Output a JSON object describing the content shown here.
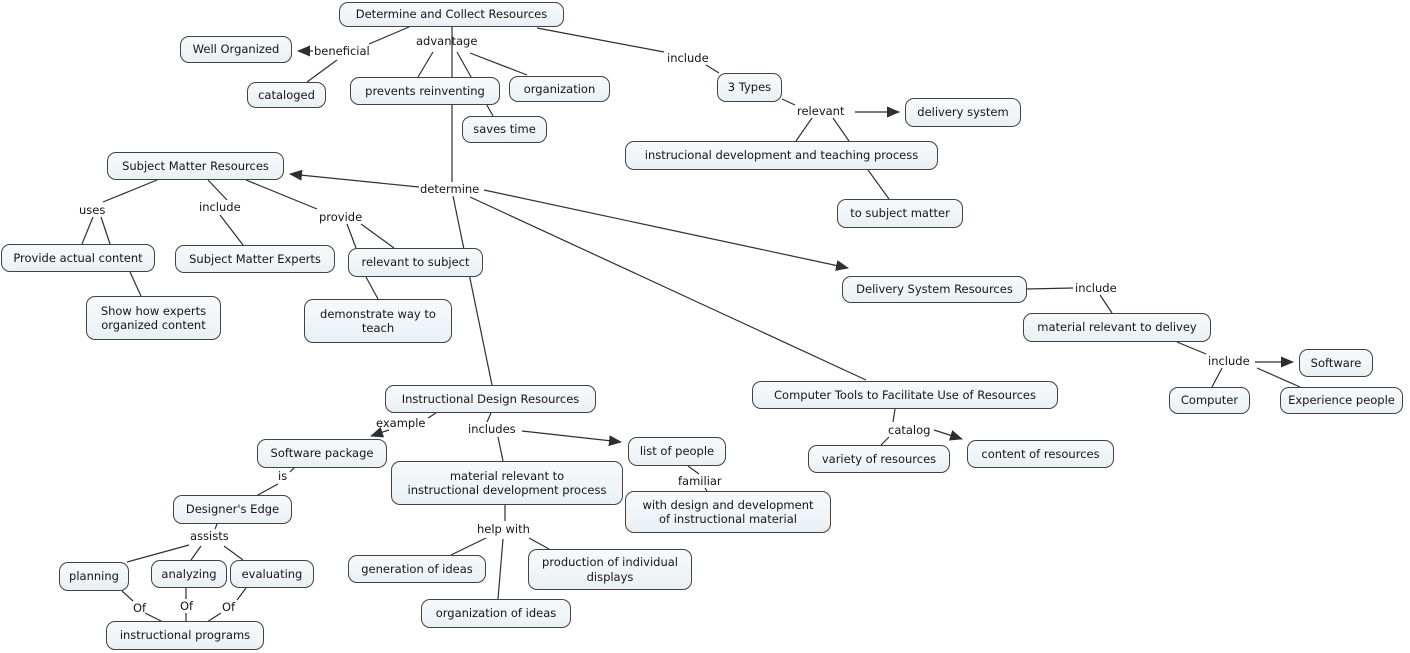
{
  "title": "Determine and Collect Resources concept map",
  "colors": {
    "background": "#ffffff",
    "node_fill": "#eef3f7",
    "node_border": "#424242",
    "line": "#2f2f2f",
    "text": "#151515"
  },
  "nodes": {
    "root": {
      "label": "Determine and Collect Resources"
    },
    "well_organized": {
      "label": "Well Organized"
    },
    "cataloged": {
      "label": "cataloged"
    },
    "prevents_reinventing": {
      "label": "prevents reinventing"
    },
    "organization": {
      "label": "organization"
    },
    "saves_time": {
      "label": "saves time"
    },
    "three_types": {
      "label": "3 Types"
    },
    "delivery_system": {
      "label": "delivery system"
    },
    "instrucional_dev": {
      "label": "instrucional development and teaching process"
    },
    "to_subject_matter": {
      "label": "to subject matter"
    },
    "subject_matter_resources": {
      "label": "Subject Matter Resources"
    },
    "provide_actual_content": {
      "label": "Provide actual content"
    },
    "subject_matter_experts": {
      "label": "Subject Matter Experts"
    },
    "relevant_to_subject": {
      "label": "relevant to subject"
    },
    "show_how_experts": {
      "label": "Show how experts\norganized content"
    },
    "demonstrate_way": {
      "label": "demonstrate way to\nteach"
    },
    "delivery_system_resources": {
      "label": "Delivery System Resources"
    },
    "material_relevant_delivery": {
      "label": "material relevant to delivey"
    },
    "software": {
      "label": "Software"
    },
    "computer": {
      "label": "Computer"
    },
    "experience_people": {
      "label": "Experience people"
    },
    "computer_tools": {
      "label": "Computer Tools to Facilitate Use of Resources"
    },
    "variety_resources": {
      "label": "variety of resources"
    },
    "content_resources": {
      "label": "content of resources"
    },
    "instructional_design_resources": {
      "label": "Instructional Design Resources"
    },
    "software_package": {
      "label": "Software package"
    },
    "designers_edge": {
      "label": "Designer's Edge"
    },
    "list_of_people": {
      "label": "list of people"
    },
    "material_relevant_instructional": {
      "label": "material relevant to\ninstructional development process"
    },
    "with_design": {
      "label": "with design and development\nof instructional material"
    },
    "planning": {
      "label": "planning"
    },
    "analyzing": {
      "label": "analyzing"
    },
    "evaluating": {
      "label": "evaluating"
    },
    "instructional_programs": {
      "label": "instructional programs"
    },
    "generation_ideas": {
      "label": "generation of ideas"
    },
    "organization_ideas": {
      "label": "organization of ideas"
    },
    "production_displays": {
      "label": "production of individual\ndisplays"
    }
  },
  "labels": {
    "advantage": "advantage",
    "beneficial": "beneficial",
    "include_top": "include",
    "relevant_top": "relevant",
    "determine": "determine",
    "uses": "uses",
    "include_smr": "include",
    "provide": "provide",
    "include_dsr": "include",
    "include_dsr2": "include",
    "catalog": "catalog",
    "example": "example",
    "includes": "includes",
    "familiar": "familiar",
    "help_with": "help with",
    "is_label": "is",
    "assists": "assists",
    "of1": "Of",
    "of2": "Of",
    "of3": "Of"
  }
}
